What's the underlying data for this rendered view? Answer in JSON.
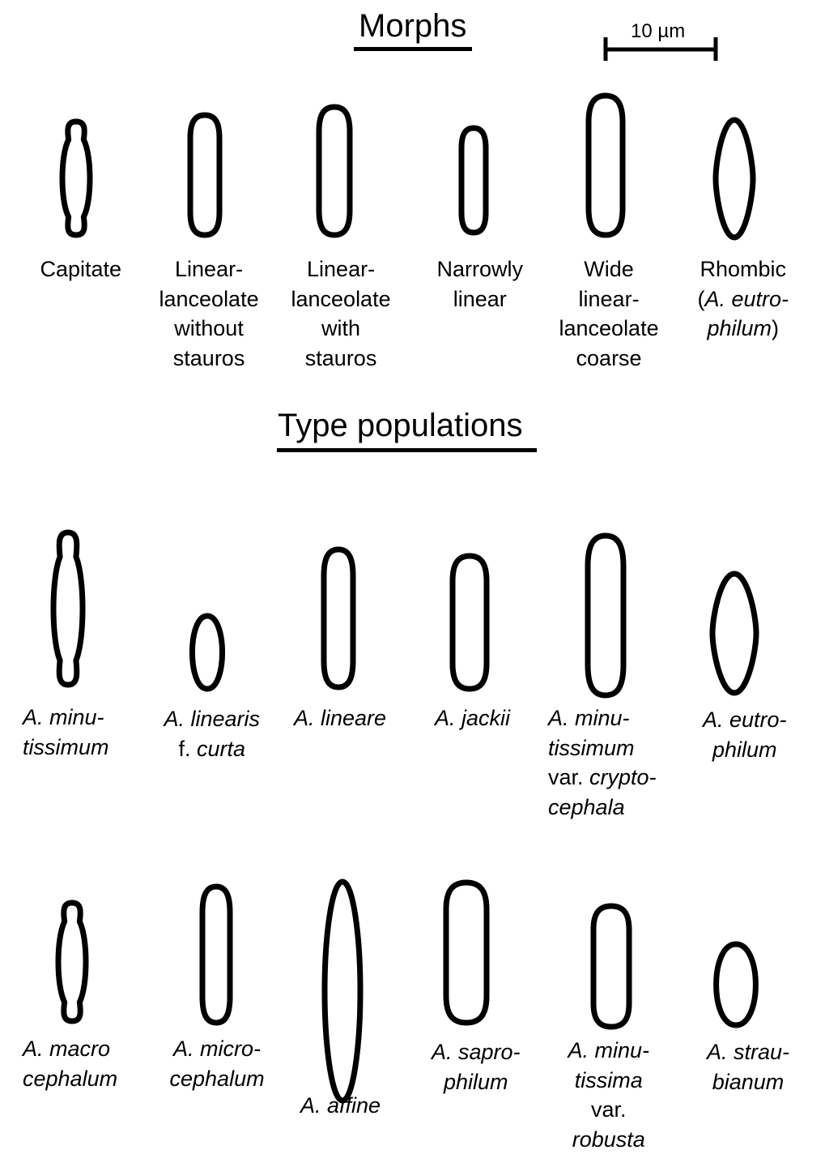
{
  "headings": {
    "morphs": "Morphs",
    "type_populations": "Type populations"
  },
  "scale_bar": {
    "label": "10 µm"
  },
  "morphs": [
    {
      "shape": "capitate",
      "label": [
        [
          {
            "t": "Capitate"
          }
        ]
      ]
    },
    {
      "shape": "linear-lanceolate",
      "label": [
        [
          {
            "t": "Linear-"
          }
        ],
        [
          {
            "t": "lanceolate"
          }
        ],
        [
          {
            "t": "without"
          }
        ],
        [
          {
            "t": "stauros"
          }
        ]
      ]
    },
    {
      "shape": "linear-lanceolate",
      "label": [
        [
          {
            "t": "Linear-"
          }
        ],
        [
          {
            "t": "lanceolate"
          }
        ],
        [
          {
            "t": "with"
          }
        ],
        [
          {
            "t": "stauros"
          }
        ]
      ]
    },
    {
      "shape": "narrowly-linear",
      "label": [
        [
          {
            "t": "Narrowly"
          }
        ],
        [
          {
            "t": "linear"
          }
        ]
      ]
    },
    {
      "shape": "wide-linear-lanceolate",
      "label": [
        [
          {
            "t": "Wide"
          }
        ],
        [
          {
            "t": "linear-"
          }
        ],
        [
          {
            "t": "lanceolate"
          }
        ],
        [
          {
            "t": "coarse"
          }
        ]
      ]
    },
    {
      "shape": "rhombic",
      "label": [
        [
          {
            "t": "Rhombic"
          }
        ],
        [
          {
            "t": "("
          },
          {
            "t": "A. eutro-",
            "i": true
          }
        ],
        [
          {
            "t": "philum",
            "i": true
          },
          {
            "t": ")"
          }
        ]
      ]
    }
  ],
  "type_populations": [
    {
      "shape": "capitate",
      "label": [
        [
          {
            "t": "A. minu-",
            "i": true
          }
        ],
        [
          {
            "t": "tissimum",
            "i": true
          }
        ]
      ]
    },
    {
      "shape": "small-elliptic",
      "label": [
        [
          {
            "t": "A. linearis",
            "i": true
          }
        ],
        [
          {
            "t": "f. "
          },
          {
            "t": "curta",
            "i": true
          }
        ]
      ]
    },
    {
      "shape": "linear",
      "label": [
        [
          {
            "t": "A. lineare",
            "i": true
          }
        ]
      ]
    },
    {
      "shape": "linear",
      "label": [
        [
          {
            "t": "A. jackii",
            "i": true
          }
        ]
      ]
    },
    {
      "shape": "linear-lanceolate",
      "label": [
        [
          {
            "t": "A. minu-",
            "i": true
          }
        ],
        [
          {
            "t": "tissimum",
            "i": true
          }
        ],
        [
          {
            "t": "var. "
          },
          {
            "t": "crypto-",
            "i": true
          }
        ],
        [
          {
            "t": "cephala",
            "i": true
          }
        ]
      ]
    },
    {
      "shape": "rhombic",
      "label": [
        [
          {
            "t": "A.  eutro-",
            "i": true
          }
        ],
        [
          {
            "t": "philum",
            "i": true
          }
        ]
      ]
    },
    {
      "shape": "capitate",
      "label": [
        [
          {
            "t": "A. macro",
            "i": true
          }
        ],
        [
          {
            "t": "cephalum",
            "i": true
          }
        ]
      ]
    },
    {
      "shape": "linear",
      "label": [
        [
          {
            "t": "A. micro-",
            "i": true
          }
        ],
        [
          {
            "t": "cephalum",
            "i": true
          }
        ]
      ]
    },
    {
      "shape": "lanceolate",
      "label": [
        [
          {
            "t": "A. affine",
            "i": true
          }
        ]
      ]
    },
    {
      "shape": "linear-lanceolate",
      "label": [
        [
          {
            "t": "A. sapro-",
            "i": true
          }
        ],
        [
          {
            "t": "philum",
            "i": true
          }
        ]
      ]
    },
    {
      "shape": "linear-lanceolate",
      "label": [
        [
          {
            "t": "A. minu-",
            "i": true
          }
        ],
        [
          {
            "t": "tissima",
            "i": true
          }
        ],
        [
          {
            "t": "var."
          }
        ],
        [
          {
            "t": "robusta",
            "i": true
          }
        ]
      ]
    },
    {
      "shape": "elliptic",
      "label": [
        [
          {
            "t": "A. strau-",
            "i": true
          }
        ],
        [
          {
            "t": "bianum",
            "i": true
          }
        ]
      ]
    }
  ]
}
